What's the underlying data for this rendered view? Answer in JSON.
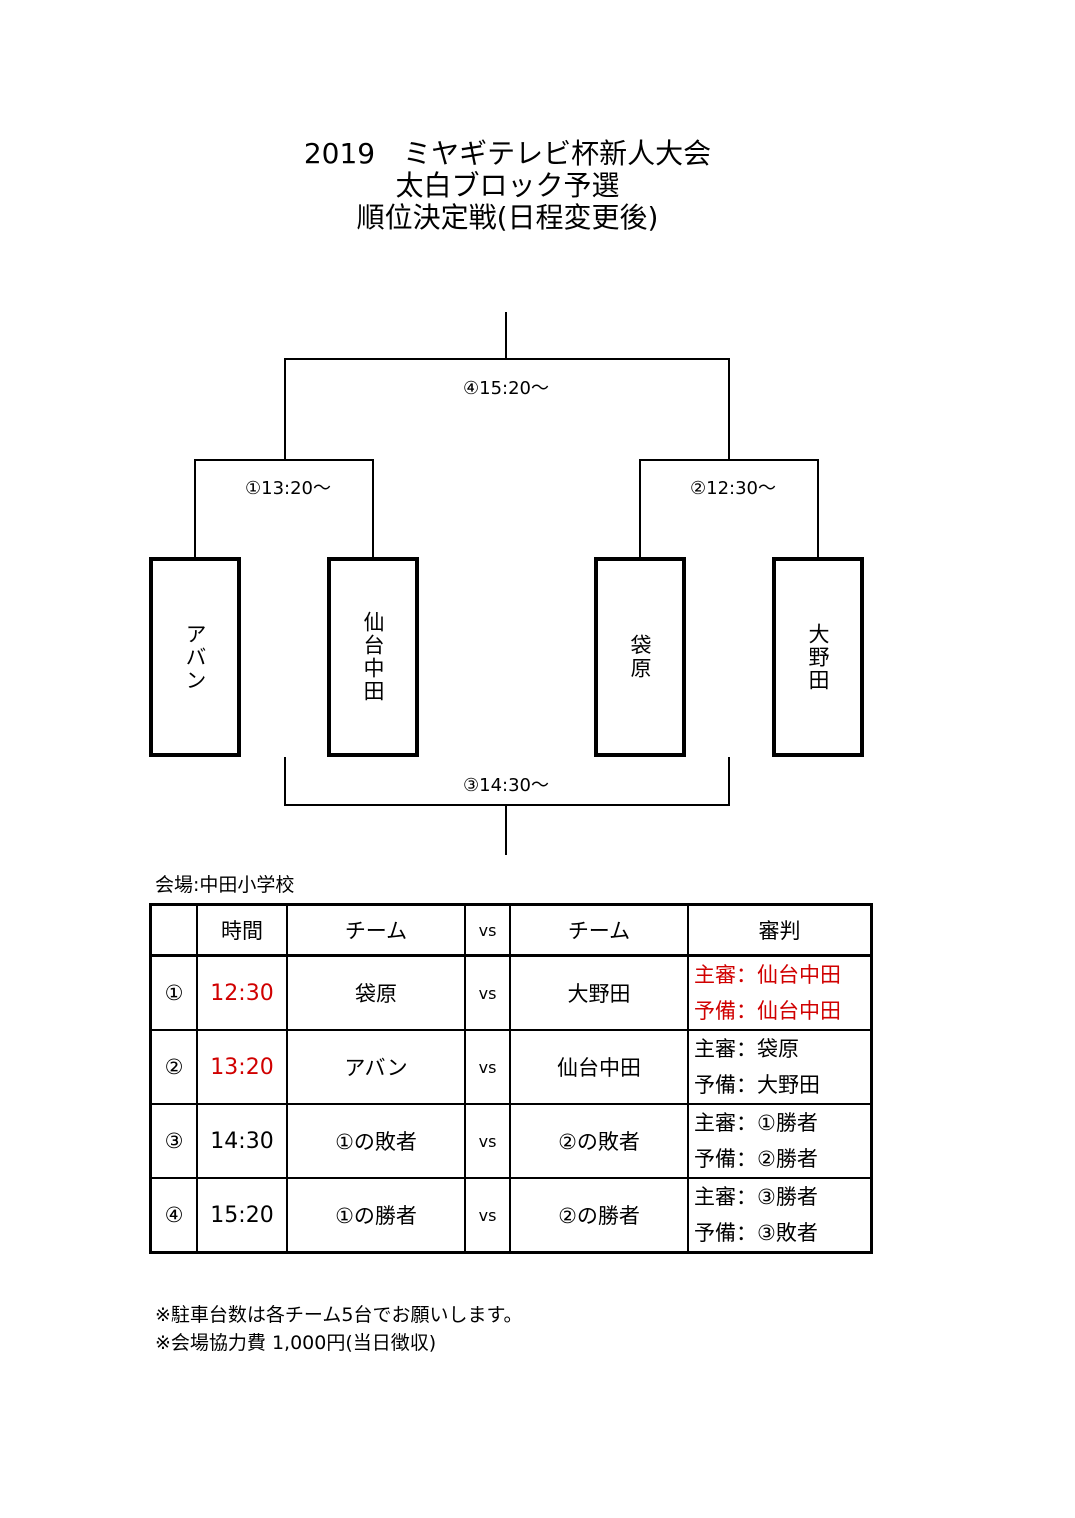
{
  "title": {
    "line1": "2019　ミヤギテレビ杯新人大会",
    "line2": "太白ブロック予選",
    "line3": "順位決定戦(日程変更後)"
  },
  "bracket": {
    "final_label": "④15:20～",
    "left_semi_label": "①13:20～",
    "right_semi_label": "②12:30～",
    "third_place_label": "③14:30～",
    "teams": [
      "アバン",
      "仙台中田",
      "袋原",
      "大野田"
    ]
  },
  "venue": "会場:中田小学校",
  "schedule": {
    "headers": {
      "time": "時間",
      "team1": "チーム",
      "vs": "vs",
      "team2": "チーム",
      "referee": "審判"
    },
    "rows": [
      {
        "no": "①",
        "time": "12:30",
        "team1": "袋原",
        "vs": "vs",
        "team2": "大野田",
        "ref1": "主審：仙台中田",
        "ref2": "予備：仙台中田"
      },
      {
        "no": "②",
        "time": "13:20",
        "team1": "アバン",
        "vs": "vs",
        "team2": "仙台中田",
        "ref1": "主審：袋原",
        "ref2": "予備：大野田"
      },
      {
        "no": "③",
        "time": "14:30",
        "team1": "①の敗者",
        "vs": "vs",
        "team2": "②の敗者",
        "ref1": "主審：①勝者",
        "ref2": "予備：②勝者"
      },
      {
        "no": "④",
        "time": "15:20",
        "team1": "①の勝者",
        "vs": "vs",
        "team2": "②の勝者",
        "ref1": "主審：③勝者",
        "ref2": "予備：③敗者"
      }
    ]
  },
  "notes": [
    "※駐車台数は各チーム5台でお願いします。",
    "※会場協力費  1,000円(当日徴収)"
  ],
  "colors": {
    "highlight": "#d00000"
  }
}
